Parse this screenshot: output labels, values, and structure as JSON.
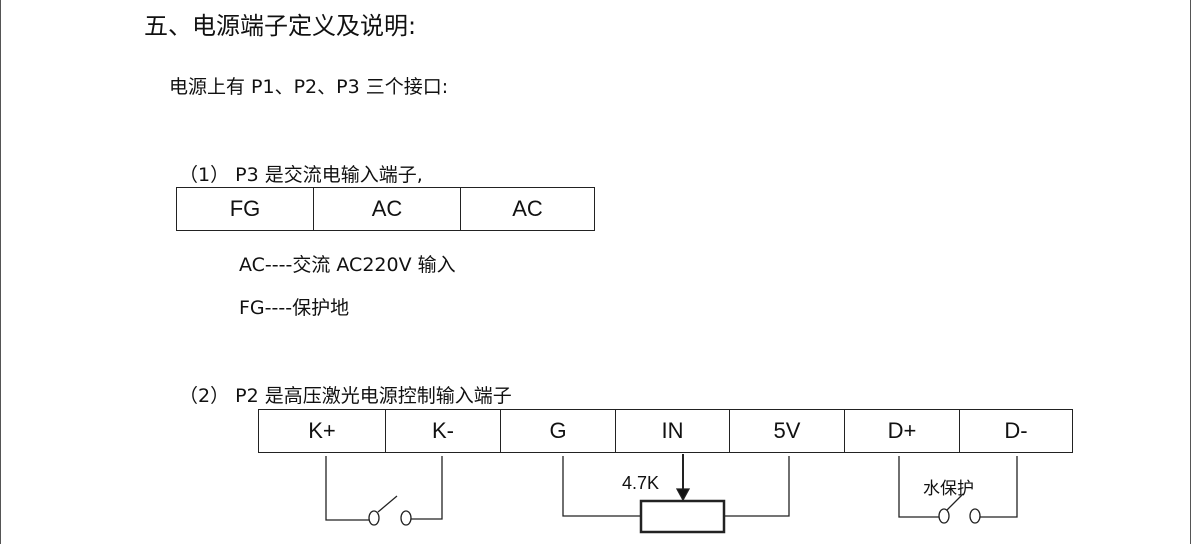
{
  "heading": "五、电源端子定义及说明:",
  "intro": "电源上有 P1、P2、P3 三个接口:",
  "p3": {
    "title": "（1）  P3 是交流电输入端子,",
    "columns": [
      "FG",
      "AC",
      "AC"
    ],
    "notes": [
      "AC----交流 AC220V 输入",
      "FG----保护地"
    ]
  },
  "p2": {
    "title": "（2）  P2 是高压激光电源控制输入端子",
    "columns": [
      "K+",
      "K-",
      "G",
      "IN",
      "5V",
      "D+",
      "D-"
    ],
    "resistor_label": "4.7K",
    "water_label": "水保护"
  }
}
